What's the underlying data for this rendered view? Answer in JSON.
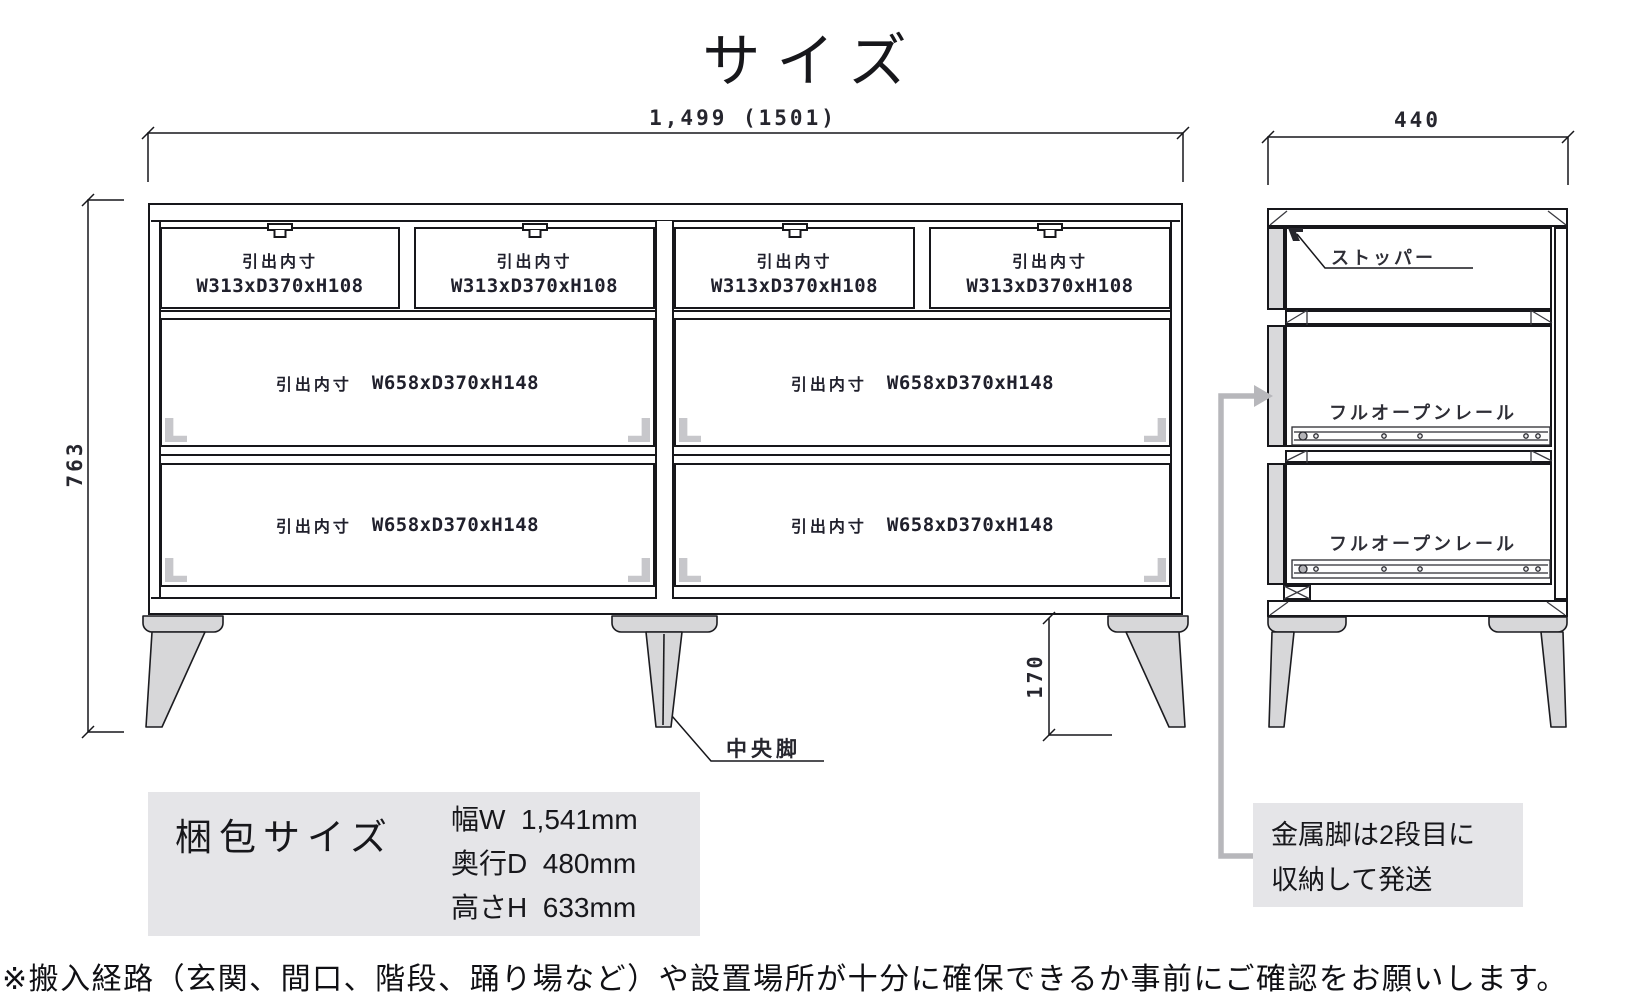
{
  "title": "サイズ",
  "front_view": {
    "width_dim": "1,499 (1501)",
    "height_dim": "763",
    "leg_height_dim": "170",
    "center_leg_label": "中央脚",
    "small_drawer": {
      "name": "引出内寸",
      "size": "W313xD370xH108"
    },
    "large_drawer": {
      "name": "引出内寸",
      "size": "W658xD370xH148"
    }
  },
  "side_view": {
    "depth_dim": "440",
    "stopper_label": "ストッパー",
    "rail_label": "フルオープンレール"
  },
  "packaging": {
    "heading": "梱包サイズ",
    "width": "幅W  1,541mm",
    "depth": "奥行D  480mm",
    "height": "高さH  633mm"
  },
  "shipping_note": {
    "line1": "金属脚は2段目に",
    "line2": "収納して発送"
  },
  "footer_note": "※搬入経路（玄関、間口、階段、踊り場など）や設置場所が十分に確保できるか事前にご確認をお願いします。"
}
